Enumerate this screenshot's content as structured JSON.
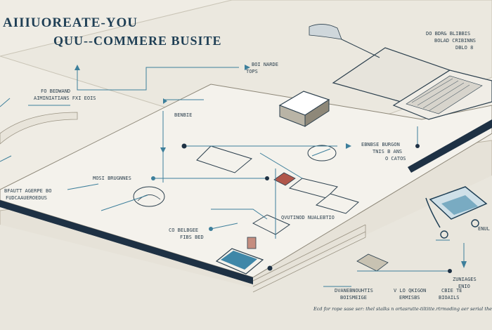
{
  "title": {
    "line1": "AIIIUOREATE-YOU",
    "line2": "QUU--COMMERE BUSITE"
  },
  "labels": {
    "top_right": "DO BDR& BLIBBIS",
    "top_right_2": "BOLAD CRIBINNS",
    "top_right_3": "DBLO 8",
    "mid_top": "BOI NARDE",
    "mid_top_2": "TOPS",
    "left_upper": "FO BEDWAND",
    "left_upper_2": "AIMINIATIANS FXI EOIS",
    "center_small": "BENBIE",
    "right_middle": "EBNBSE BURGON",
    "right_middle_2": "TNIS B ANS",
    "right_middle_3": "O CATOS",
    "left_middle": "MOSI BRUGNNES",
    "left_lower": "BFAUTT AGERPE BO",
    "left_lower_2": "FUDCAAUEROEDUS",
    "bottom_center": "QVUTINOD NUALEBTIO",
    "bottom_left": "CO BELBGEE",
    "bottom_left_2": "FIBS BED",
    "right_lower": "ENUL",
    "bottom_right_1": "ZUNIAGES",
    "bottom_right_2": "ENIO",
    "bottom_mid_1": "DVANEBNOUHTIS",
    "bottom_mid_2": "BOISMEIGE",
    "bottom_mid_3": "V LO QKIGON",
    "bottom_mid_4": "ERMISBS",
    "bottom_right_3": "CBIE TE",
    "bottom_right_4": "BIOAILS",
    "caption": "Ecd for rope sase ser: thel stalks n ortasrutte-tiltitte.rtrmoding aer serial thetall"
  },
  "colors": {
    "paper": "#efece4",
    "ink": "#1f3f55",
    "accent": "#3d7f9b",
    "device_screen": "#3f87a8",
    "book_edge": "#1e3144",
    "sketch_red": "#b0564a"
  }
}
